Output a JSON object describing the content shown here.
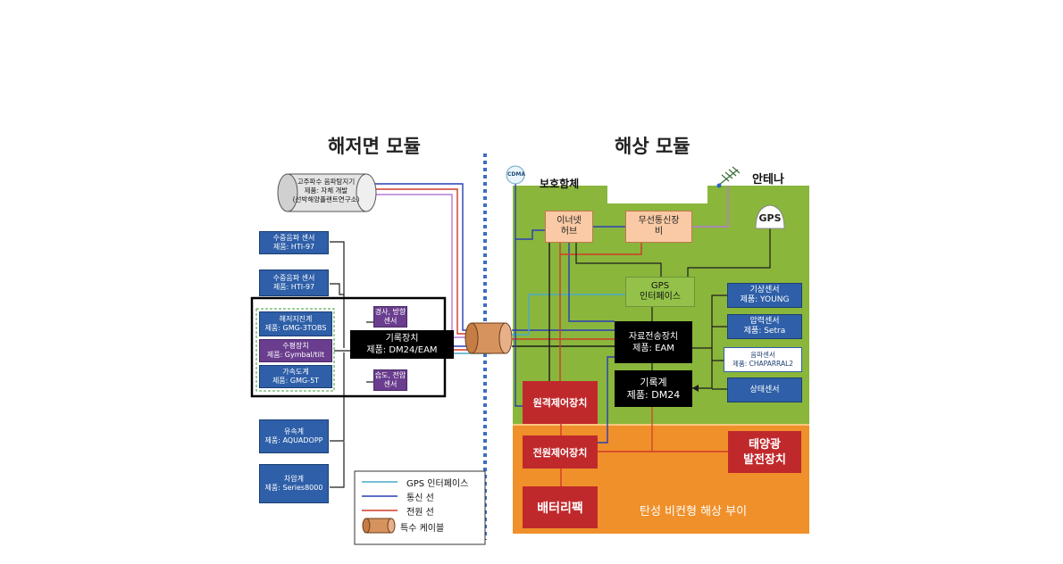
{
  "titles": {
    "seabed": "해저면 모듈",
    "surface": "해상 모듈"
  },
  "seabed": {
    "hydrophone_cyl": [
      "고주파수 음파탐지기",
      "제품: 자체 개발",
      "(선박해양플랜트연구소)"
    ],
    "sensor1": [
      "수중음파 센서",
      "제품: HTI-97"
    ],
    "sensor2": [
      "수중음파 센서",
      "제품: HTI-97"
    ],
    "seismometer": [
      "해저지진계",
      "제품: GMG-3TOBS"
    ],
    "leveler": [
      "수평장치",
      "제품: Gymbal/tilt"
    ],
    "accelerometer": [
      "가속도계",
      "제품: GMG-5T"
    ],
    "tilt_sensor": [
      "경사, 방향",
      "센서"
    ],
    "humidity_sensor": [
      "습도, 전압",
      "센서"
    ],
    "recorder": [
      "기록장치",
      "제품: DM24/EAM"
    ],
    "current_meter": [
      "유속계",
      "제품: AQUADOPP"
    ],
    "pressure_gauge": [
      "차압계",
      "제품: Series8000"
    ]
  },
  "surface": {
    "cdma": "CDMA",
    "enclosure": "보호함체",
    "antenna": "안테나",
    "gps": "GPS",
    "ethernet_hub": [
      "이너넷",
      "허브"
    ],
    "wireless": [
      "무선통신장",
      "비"
    ],
    "gps_interface": [
      "GPS",
      "인터페이스"
    ],
    "data_transfer": [
      "자료전송장치",
      "제품: EAM"
    ],
    "recorder": [
      "기록계",
      "제품: DM24"
    ],
    "remote_control": "원격제어장치",
    "power_control": "전원제어장치",
    "battery": "배터리팩",
    "solar": [
      "태양광",
      "발전장치"
    ],
    "buoy_label": "탄성 비컨형 해상 부이",
    "weather_sensor": [
      "기상센서",
      "제품: YOUNG"
    ],
    "pressure_sensor": [
      "압력센서",
      "제품: Setra"
    ],
    "sound_sensor": [
      "음파센서",
      "제품: CHAPARRAL2"
    ],
    "status_sensor": "상태센서"
  },
  "legend": {
    "gps_interface": "GPS 인터페이스",
    "comm_line": "통신 선",
    "power_line": "전원 선",
    "special_cable": "특수 케이블"
  },
  "colors": {
    "gps_line": "#4aa8c9",
    "comm_line": "#2a3fb5",
    "power_line": "#d03a2a",
    "green_panel": "#8ab63c",
    "orange_panel": "#f0902a",
    "divider": "#3a6fc4"
  }
}
